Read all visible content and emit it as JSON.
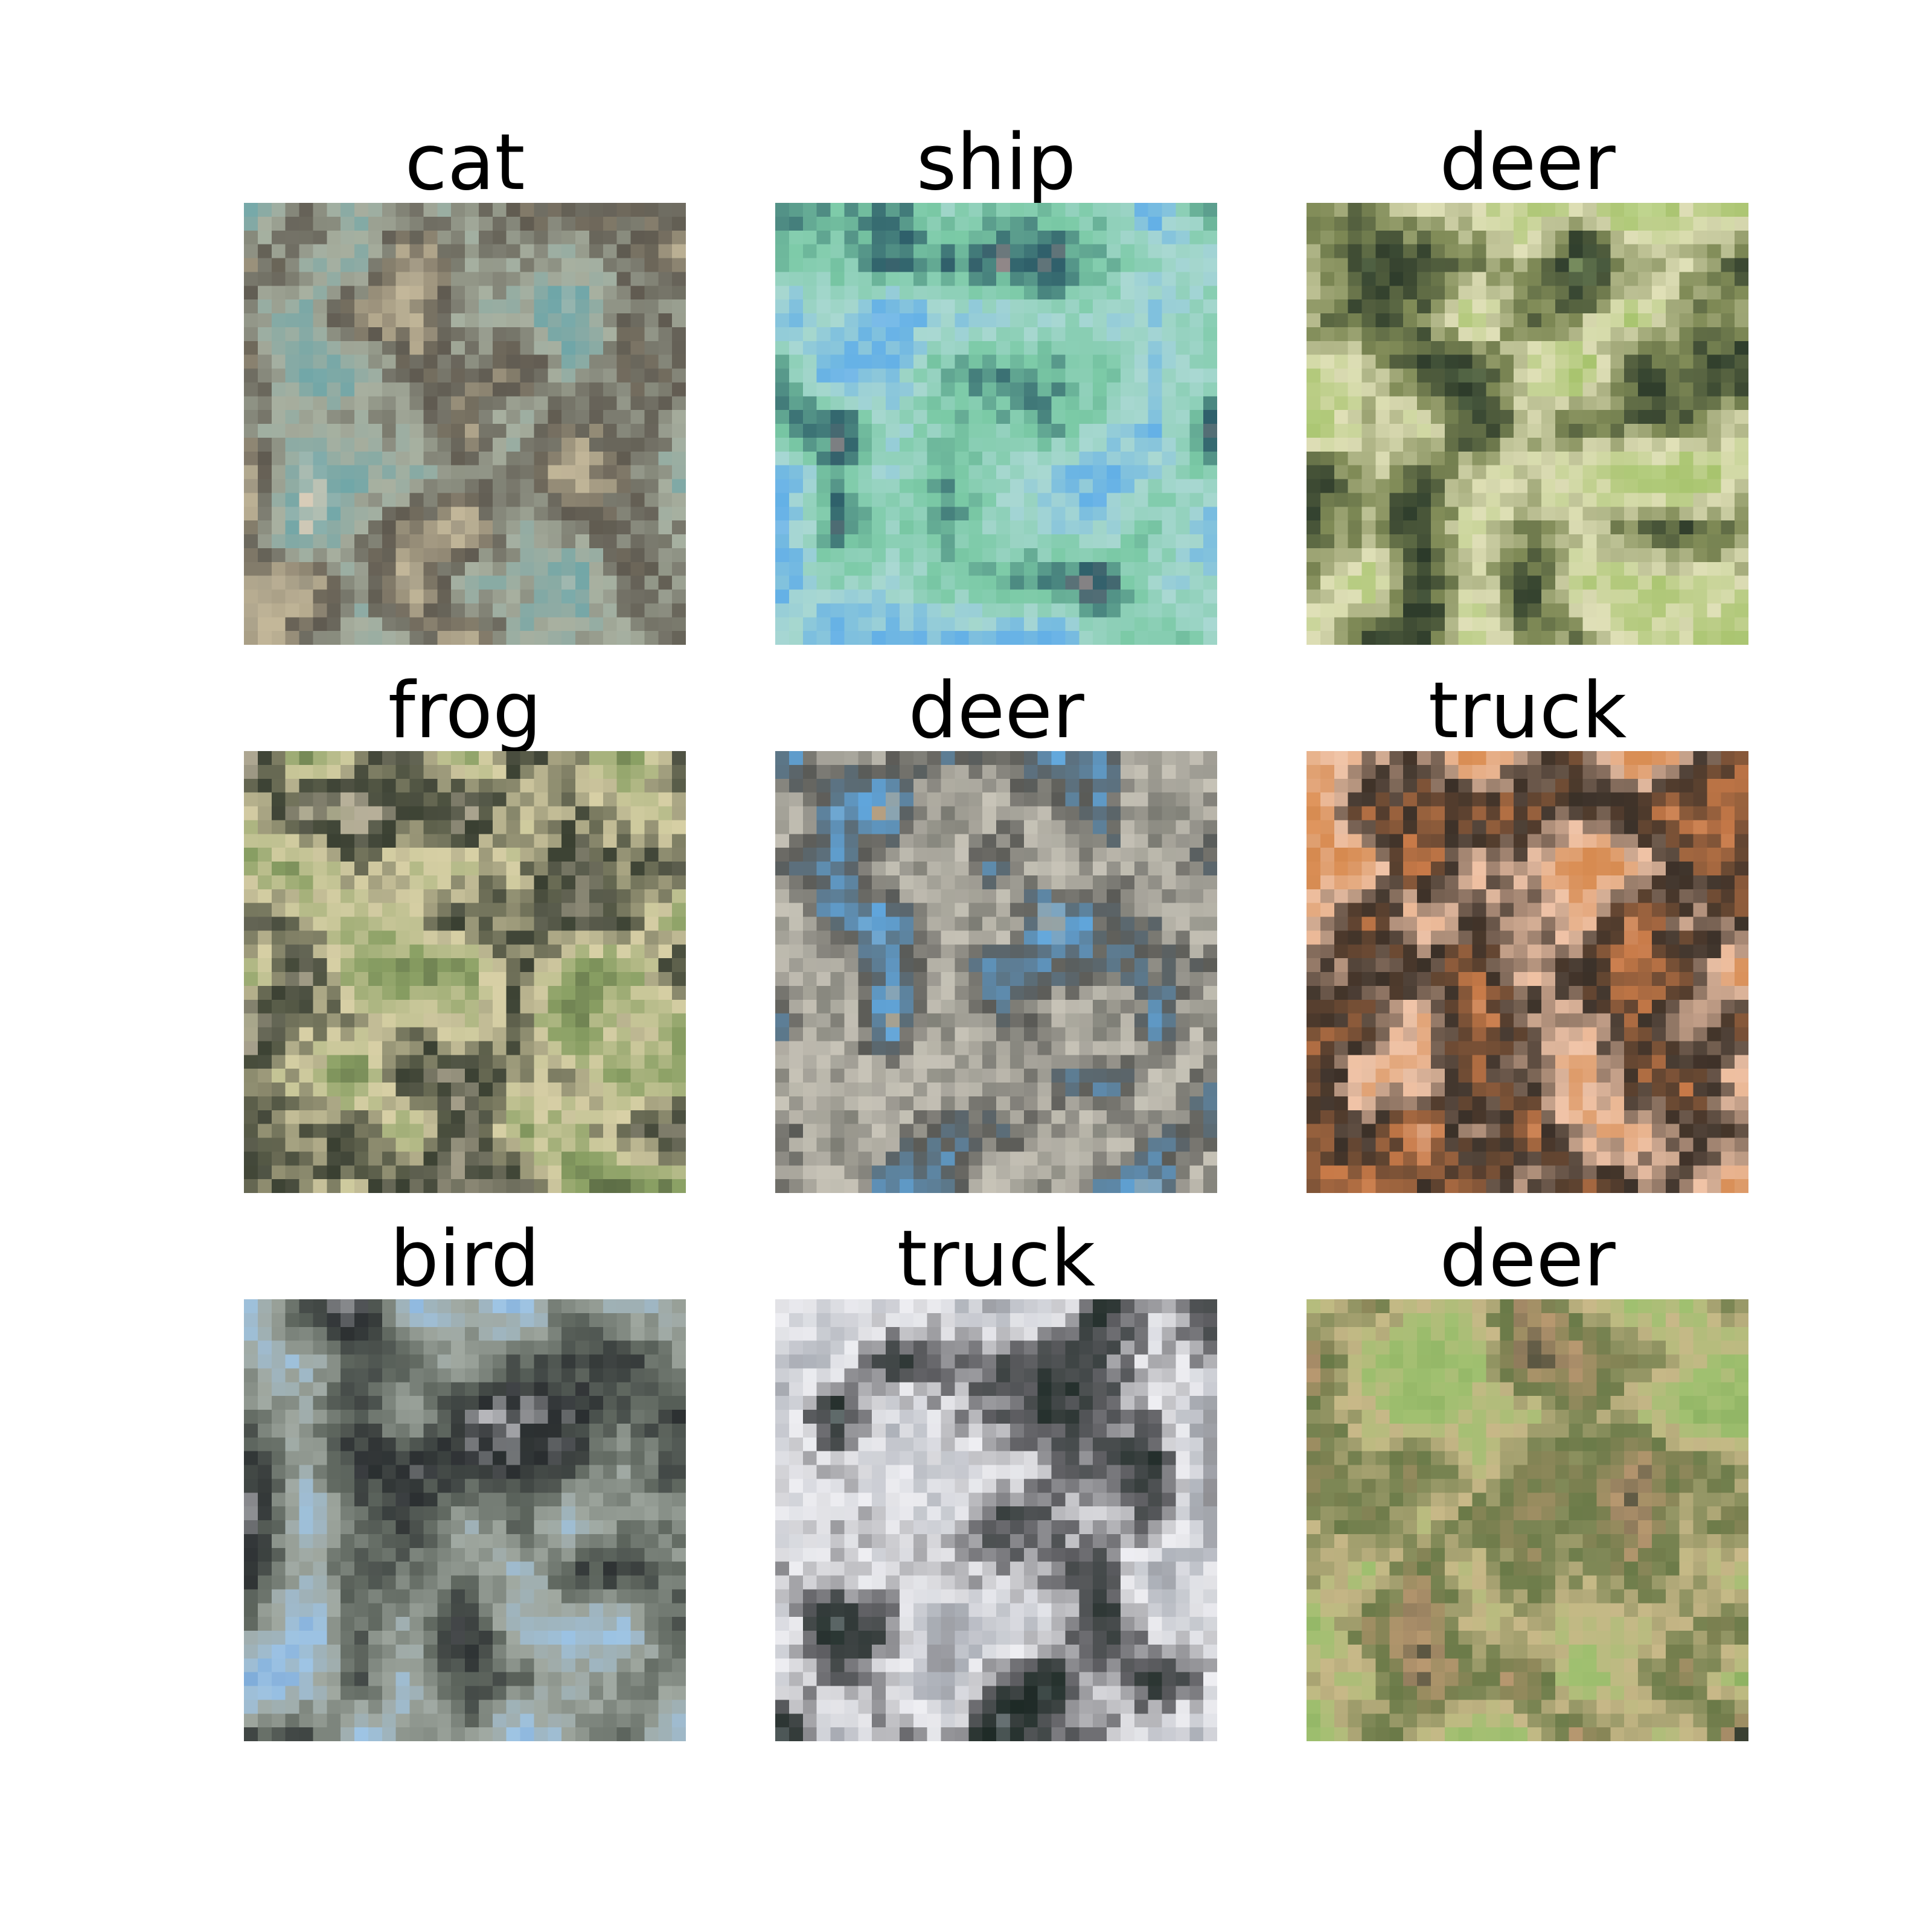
{
  "figure": {
    "panels": [
      {
        "label": "cat",
        "palette": [
          "#8e8878",
          "#c4b89a",
          "#5f5a50",
          "#a8b0a0",
          "#6fa6a8",
          "#d8ccb8"
        ]
      },
      {
        "label": "ship",
        "palette": [
          "#8fc6ea",
          "#63b0e6",
          "#a9d8d2",
          "#7bcaa6",
          "#2e5f6a",
          "#e0a8a0"
        ]
      },
      {
        "label": "deer",
        "palette": [
          "#c4d896",
          "#a8c46e",
          "#e0e0b8",
          "#7f8a56",
          "#2c3a2a",
          "#8aa06a"
        ]
      },
      {
        "label": "frog",
        "palette": [
          "#5a6a44",
          "#8aa064",
          "#d8d0a6",
          "#3a4032",
          "#b8b09a",
          "#7c8a60"
        ]
      },
      {
        "label": "deer",
        "palette": [
          "#9a9a90",
          "#7a7a72",
          "#c8c4b8",
          "#5a5a56",
          "#60a8e0",
          "#e89a48"
        ]
      },
      {
        "label": "truck",
        "palette": [
          "#e8a06a",
          "#d68a50",
          "#f0c4a8",
          "#3a3028",
          "#c87a48",
          "#e6b89a"
        ]
      },
      {
        "label": "bird",
        "palette": [
          "#7aa8d8",
          "#9ec4e4",
          "#a0a8a0",
          "#606860",
          "#2a2e30",
          "#c8c8cc"
        ]
      },
      {
        "label": "truck",
        "palette": [
          "#8e8e92",
          "#aeb2ba",
          "#eeeef2",
          "#606064",
          "#1e2a26",
          "#c8d0d8"
        ]
      },
      {
        "label": "deer",
        "palette": [
          "#8ab060",
          "#a0c070",
          "#c8b888",
          "#6a7a48",
          "#b89870",
          "#3a4032"
        ]
      }
    ]
  }
}
